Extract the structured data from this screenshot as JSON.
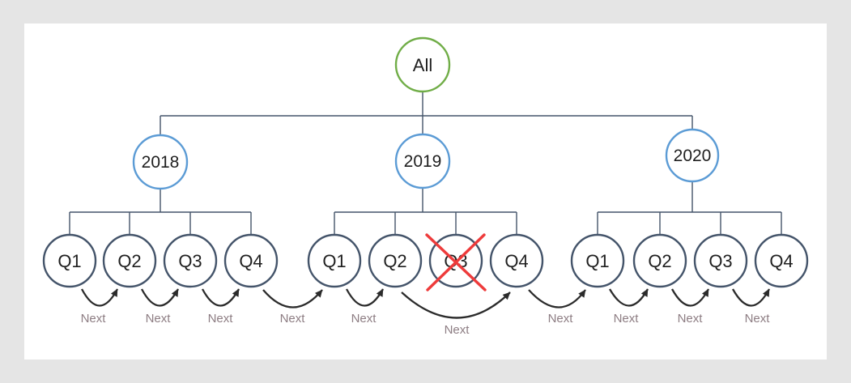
{
  "colors": {
    "background": "#e5e5e5",
    "canvas": "#ffffff",
    "root_stroke": "#70ad47",
    "year_stroke": "#5b9bd5",
    "quarter_stroke": "#44546a",
    "connector": "#44546a",
    "arrow": "#2b2b2b",
    "next_label": "#8d7d83",
    "cross": "#ee3b3b",
    "node_text": "#1f1f1f"
  },
  "tree": {
    "root": {
      "label": "All"
    },
    "years": [
      {
        "label": "2018",
        "quarters": [
          {
            "label": "Q1"
          },
          {
            "label": "Q2"
          },
          {
            "label": "Q3"
          },
          {
            "label": "Q4"
          }
        ]
      },
      {
        "label": "2019",
        "quarters": [
          {
            "label": "Q1"
          },
          {
            "label": "Q2"
          },
          {
            "label": "Q3",
            "crossed_out": true
          },
          {
            "label": "Q4"
          }
        ]
      },
      {
        "label": "2020",
        "quarters": [
          {
            "label": "Q1"
          },
          {
            "label": "Q2"
          },
          {
            "label": "Q3"
          },
          {
            "label": "Q4"
          }
        ]
      }
    ]
  },
  "arrows": [
    {
      "label": "Next",
      "from": "2018 Q1",
      "to": "2018 Q2"
    },
    {
      "label": "Next",
      "from": "2018 Q2",
      "to": "2018 Q3"
    },
    {
      "label": "Next",
      "from": "2018 Q3",
      "to": "2018 Q4"
    },
    {
      "label": "Next",
      "from": "2018 Q4",
      "to": "2019 Q1"
    },
    {
      "label": "Next",
      "from": "2019 Q1",
      "to": "2019 Q2"
    },
    {
      "label": "Next",
      "from": "2019 Q2",
      "to": "2019 Q4",
      "skips": "2019 Q3"
    },
    {
      "label": "Next",
      "from": "2019 Q4",
      "to": "2020 Q1"
    },
    {
      "label": "Next",
      "from": "2020 Q1",
      "to": "2020 Q2"
    },
    {
      "label": "Next",
      "from": "2020 Q2",
      "to": "2020 Q3"
    },
    {
      "label": "Next",
      "from": "2020 Q3",
      "to": "2020 Q4"
    }
  ]
}
